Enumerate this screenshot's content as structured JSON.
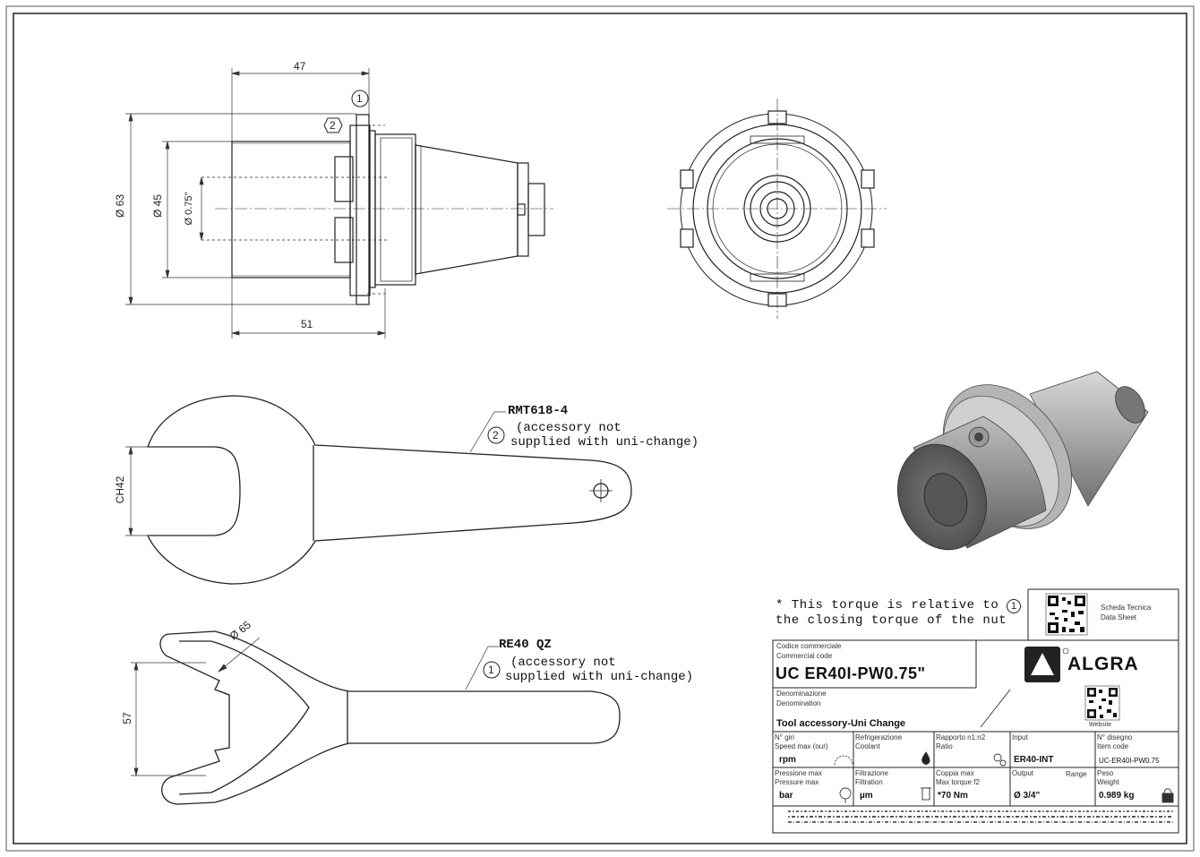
{
  "dimensions": {
    "length_top": "47",
    "length_bottom": "51",
    "dia_outer": "Ø 63",
    "dia_mid": "Ø 45",
    "dia_bore": "Ø 0.75\"",
    "wrench1_ch": "CH42",
    "wrench2_size": "57",
    "wrench2_dia": "Ø 65",
    "callout_1": "1",
    "callout_2": "2"
  },
  "wrench_top": {
    "name": "RMT618-4",
    "line1": "(accessory not",
    "line2": "supplied with uni-change)",
    "ref": "2"
  },
  "wrench_bottom": {
    "name": "RE40 QZ",
    "line1": "(accessory not",
    "line2": "supplied with uni-change)",
    "ref": "1"
  },
  "torque_note": {
    "line1": "* This torque is relative to",
    "ref": "1",
    "line2": "the closing torque of the nut"
  },
  "title_block": {
    "datasheet_it": "Scheda Tecnica",
    "datasheet_en": "Data Sheet",
    "brand": "ALGRA",
    "website": "Website",
    "code_label_it": "Codice commerciale",
    "code_label_en": "Commercial code",
    "code_value": "UC ER40I-PW0.75\"",
    "denom_label_it": "Denominazione",
    "denom_label_en": "Denomination",
    "denom_value": "Tool accessory-Uni Change",
    "cells": [
      {
        "l1": "N° giri",
        "l2": "Speed max (our)",
        "value": "rpm",
        "icon": "gauge-icon"
      },
      {
        "l1": "Refrigerazione",
        "l2": "Coolant",
        "value": "",
        "icon": "drop-icon"
      },
      {
        "l1": "Rapporto n1:n2",
        "l2": "Ratio",
        "value": "",
        "icon": "gears-icon"
      },
      {
        "l1": "Input",
        "l2": "",
        "value": "ER40-INT",
        "icon": ""
      },
      {
        "l1": "N° disegno",
        "l2": "Item code",
        "value": "UC-ER40I-PW0.75",
        "icon": ""
      },
      {
        "l1": "Pressione max",
        "l2": "Pressure max",
        "value": "bar",
        "icon": "pressure-icon"
      },
      {
        "l1": "Filtrazione",
        "l2": "Filtration",
        "value": "µm",
        "icon": "filter-icon"
      },
      {
        "l1": "Coppia max",
        "l2": "Max torque f2",
        "value": "*70 Nm",
        "icon": ""
      },
      {
        "l1": "Output",
        "l2": "",
        "value": "Ø 3/4\"",
        "icon": "",
        "extra": "Range"
      },
      {
        "l1": "Peso",
        "l2": "Weight",
        "value": "0.989 kg",
        "icon": "weight-icon"
      }
    ]
  }
}
